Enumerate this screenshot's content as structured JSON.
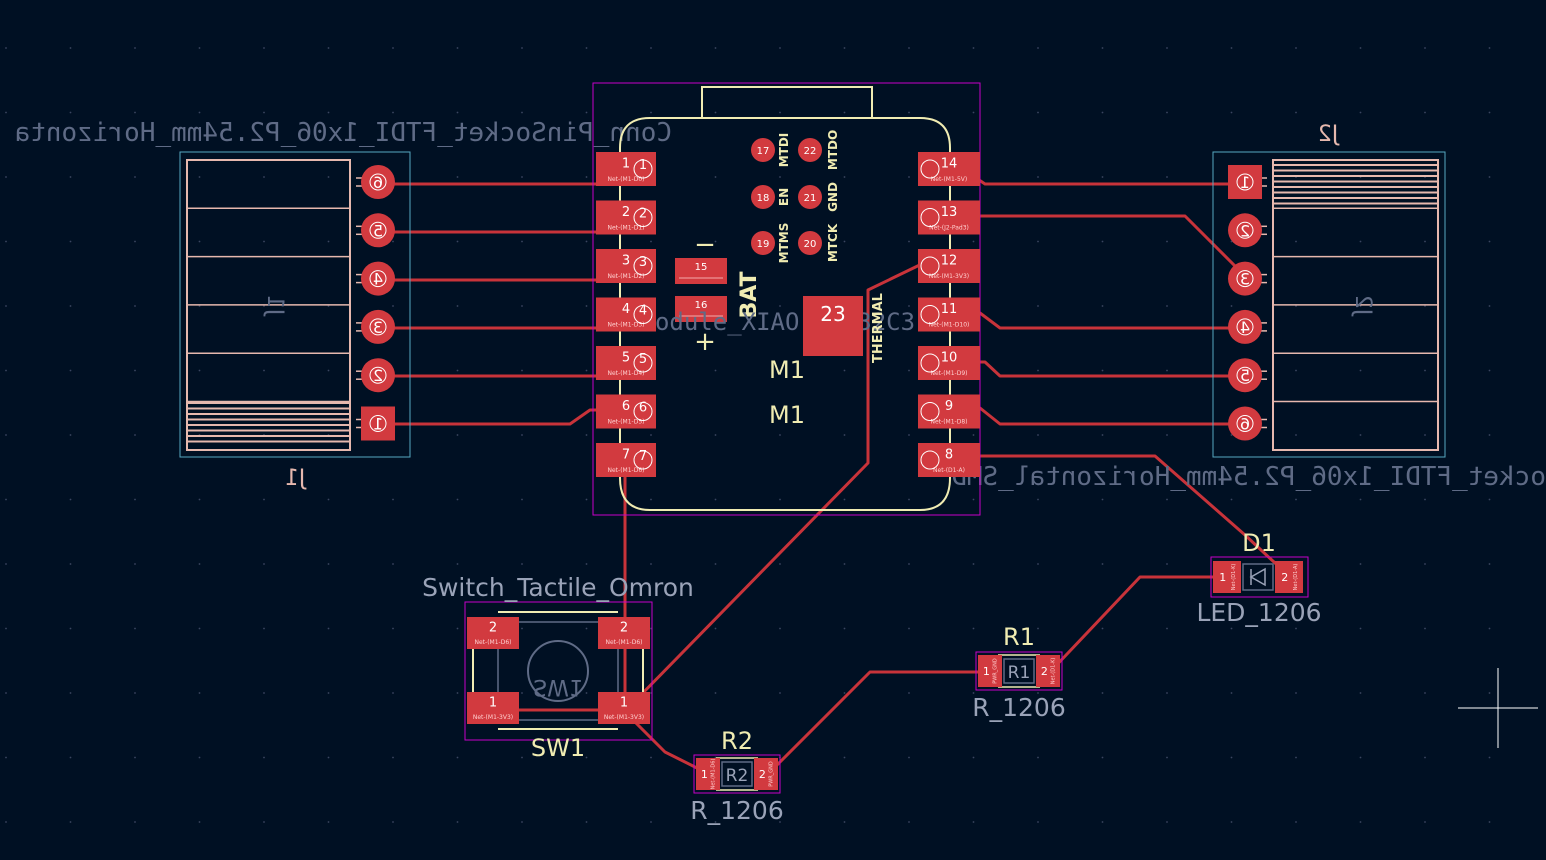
{
  "colors": {
    "background": "#001023",
    "track": "#c8333a",
    "pad": "#d23a3f",
    "pad_text": "#ffffff",
    "silk": "#f0ecb2",
    "fab": "#5f6b86",
    "courtyard": "#c800c8",
    "connector_courtyard": "#56a8c0",
    "connector_body": "#e6b8ae",
    "cursor": "#ffffff"
  },
  "texts": {
    "j1_footprint": "Conn_PinSocket_FTDI_1x06_P2.54mm_Horizonta",
    "j1_ref": "J1",
    "j1_fab_ref": "J1",
    "j2_footprint": "ocket_FTDI_1x06_P2.54mm_Horizontal_SMD",
    "j2_ref": "J2",
    "j2_fab_ref": "J2",
    "m1_value": "odule_XIAO-ESP32C3",
    "m1_ref": "M1",
    "m1_ref2": "M1",
    "bat": "BAT",
    "minus": "−",
    "plus": "+",
    "thermal": "THERMAL",
    "thermal_pad": "23",
    "sw1_value": "Switch_Tactile_Omron",
    "sw1_ref": "SW1",
    "sw1_fab_ref": "SW1",
    "r1_ref": "R1",
    "r1_value": "R_1206",
    "r1_fab": "R1",
    "r2_ref": "R2",
    "r2_value": "R_1206",
    "r2_fab": "R2",
    "d1_ref": "D1",
    "d1_value": "LED_1206"
  },
  "m1_pads_left": [
    {
      "num": "1",
      "net": "Net-(M1-D0)"
    },
    {
      "num": "2",
      "net": "Net-(M1-D1)"
    },
    {
      "num": "3",
      "net": "Net-(M1-D2)"
    },
    {
      "num": "4",
      "net": "Net-(M1-D3)"
    },
    {
      "num": "5",
      "net": "Net-(M1-D4)"
    },
    {
      "num": "6",
      "net": "Net-(M1-D5)"
    },
    {
      "num": "7",
      "net": "Net-(M1-D6)"
    }
  ],
  "m1_pads_right": [
    {
      "num": "14",
      "net": "Net-(M1-5V)"
    },
    {
      "num": "13",
      "net": "Net-(J2-Pad3)"
    },
    {
      "num": "12",
      "net": "Net-(M1-3V3)"
    },
    {
      "num": "11",
      "net": "Net-(M1-D10)"
    },
    {
      "num": "10",
      "net": "Net-(M1-D9)"
    },
    {
      "num": "9",
      "net": "Net-(M1-D8)"
    },
    {
      "num": "8",
      "net": "Net-(D1-A)"
    }
  ],
  "m1_jtag": [
    {
      "num": "17",
      "label": "MTDI"
    },
    {
      "num": "22",
      "label": "MTDO"
    },
    {
      "num": "18",
      "label": "EN"
    },
    {
      "num": "21",
      "label": "GND"
    },
    {
      "num": "19",
      "label": "MTMS"
    },
    {
      "num": "20",
      "label": "MTCK"
    }
  ],
  "m1_bat_pads": [
    "15",
    "16"
  ],
  "j1_pins": [
    "6",
    "5",
    "4",
    "3",
    "2",
    "1"
  ],
  "j2_pins": [
    "1",
    "2",
    "3",
    "4",
    "5",
    "6"
  ],
  "sw1_pads": [
    {
      "num": "2",
      "net": "Net-(M1-D6)"
    },
    {
      "num": "2",
      "net": "Net-(M1-D6)"
    },
    {
      "num": "1",
      "net": "Net-(M1-3V3)"
    },
    {
      "num": "1",
      "net": "Net-(M1-3V3)"
    }
  ],
  "r1_pads": [
    {
      "num": "1",
      "net": "PWR_GND"
    },
    {
      "num": "2",
      "net": "Net-(D1-K)"
    }
  ],
  "r2_pads": [
    {
      "num": "1",
      "net": "Net-(M1-D6)"
    },
    {
      "num": "2",
      "net": "PWR_GND"
    }
  ],
  "d1_pads": [
    {
      "num": "1",
      "net": "Net-(D1-K)"
    },
    {
      "num": "2",
      "net": "Net-(D1-A)"
    }
  ]
}
